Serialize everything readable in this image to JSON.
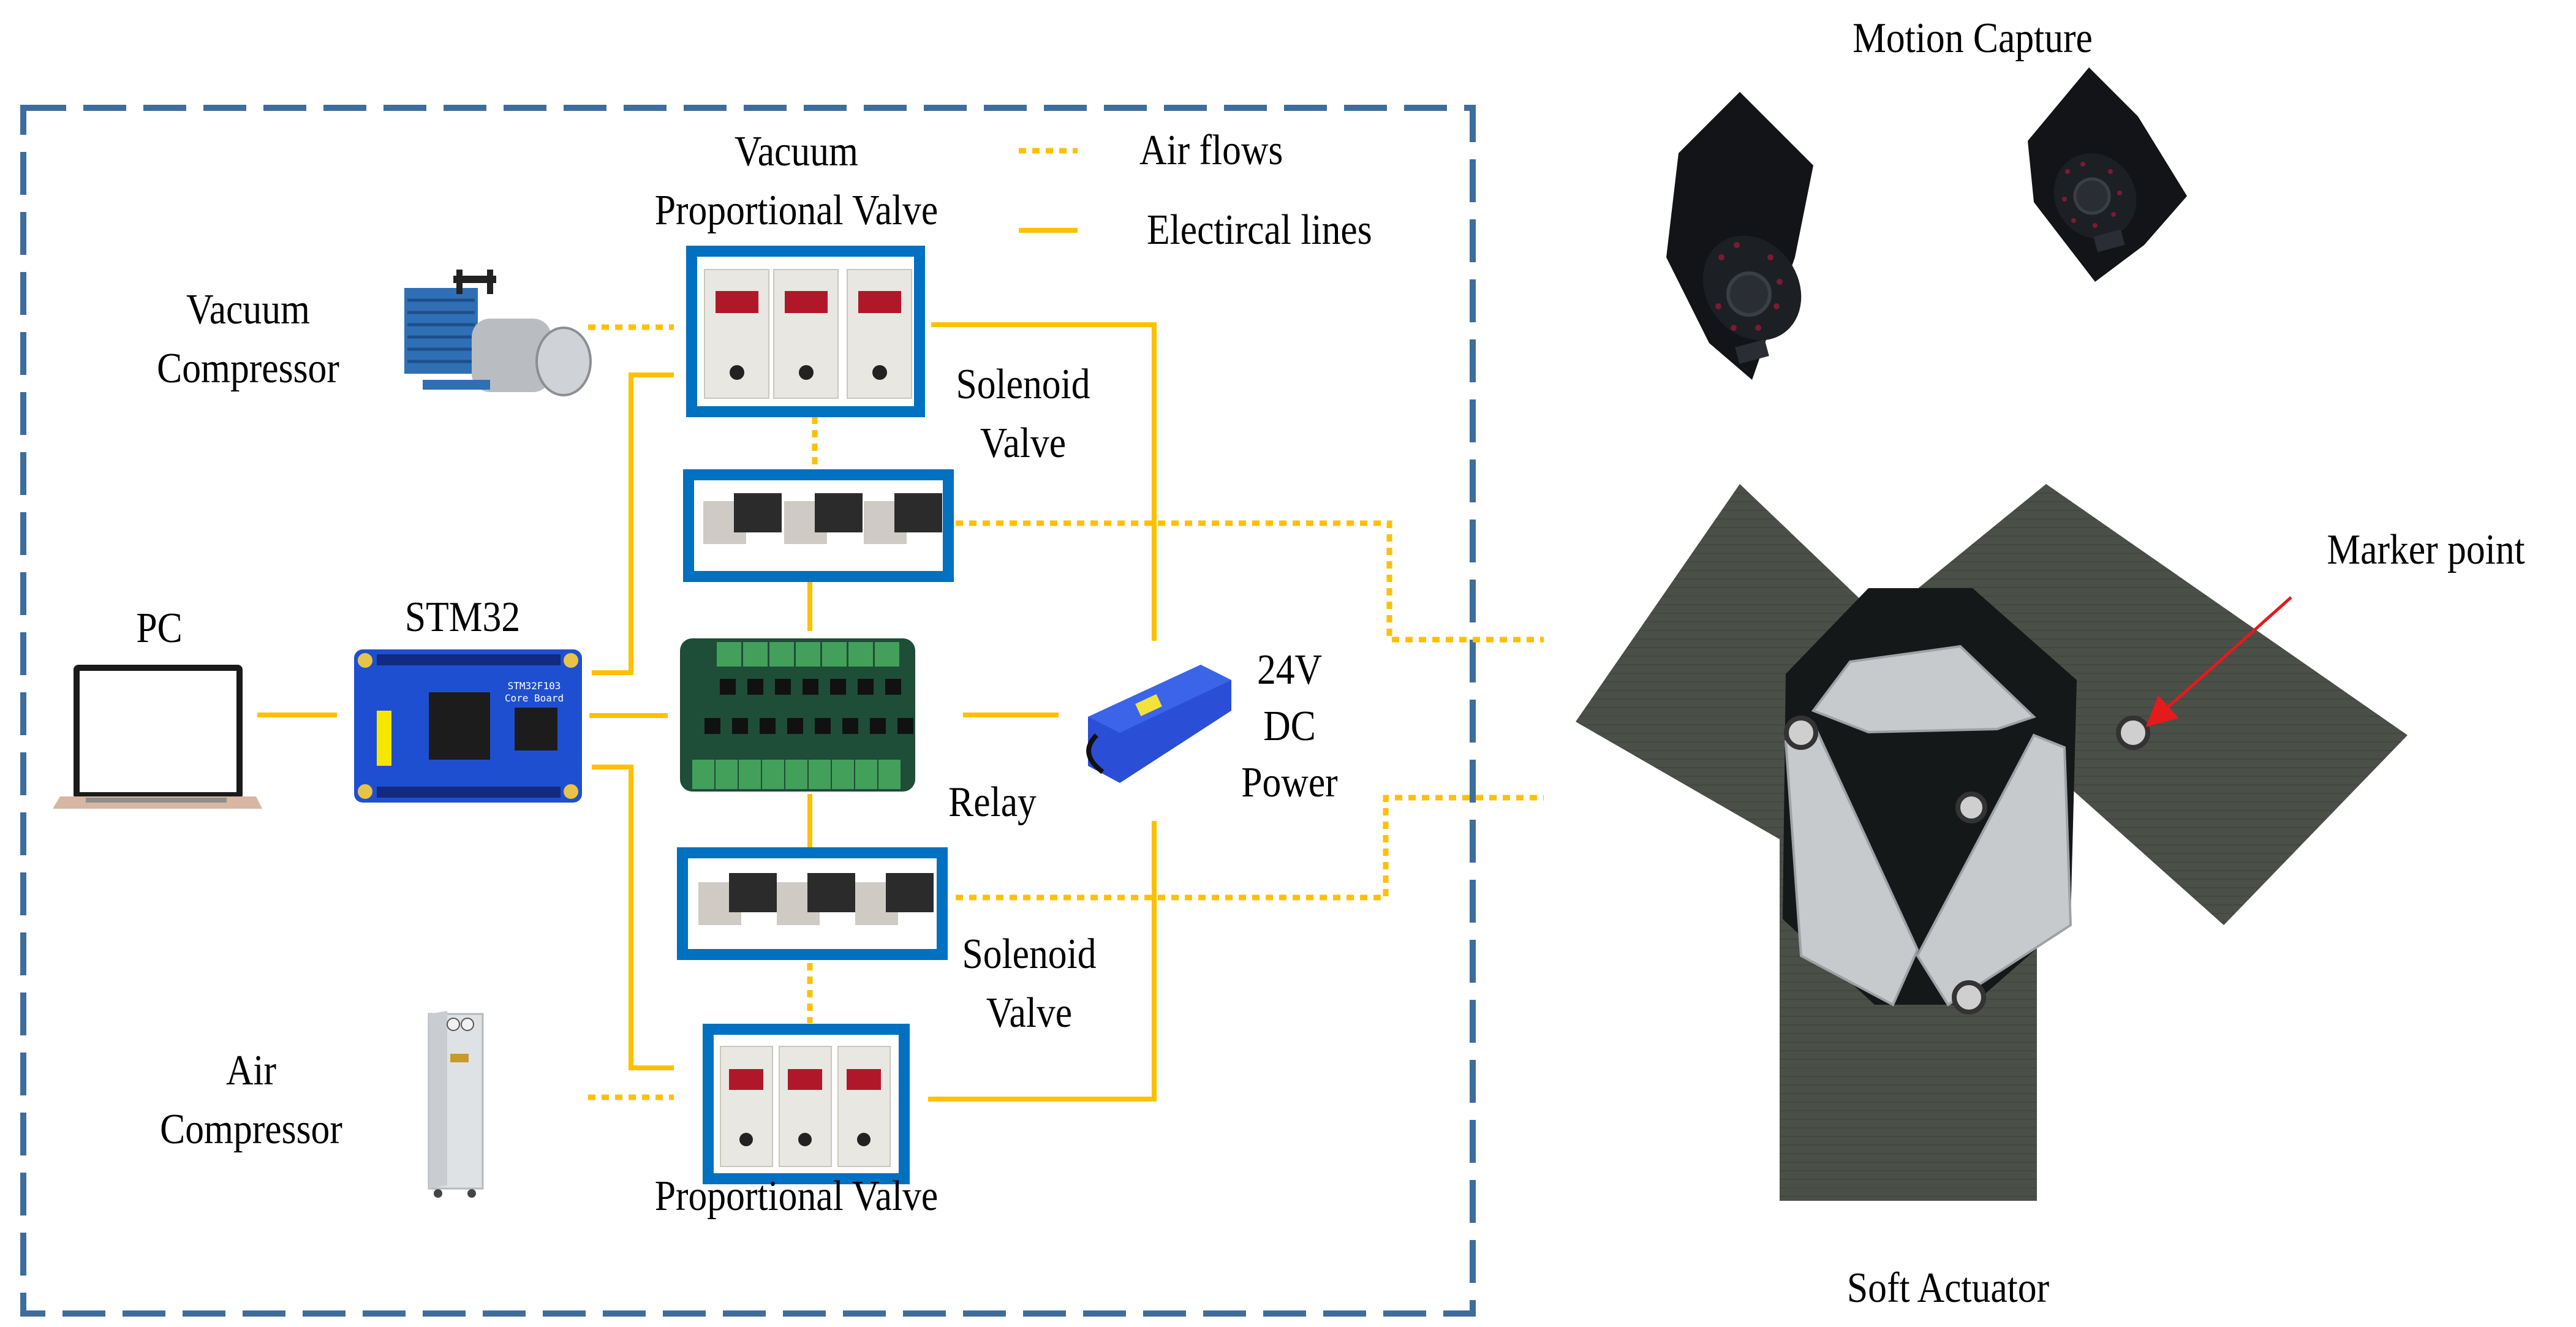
{
  "colors": {
    "air_line": "#FFC000",
    "electrical_line": "#FFC000",
    "group_border": "#3E6D9C",
    "valve_frame": "#0070C0",
    "marker_arrow": "#E41A1C"
  },
  "legend": {
    "air_flows": {
      "icon": "dotted-line-icon",
      "label": "Air flows"
    },
    "electrical_lines": {
      "icon": "solid-line-icon",
      "label": "Electircal lines"
    }
  },
  "control_box": {
    "components": {
      "vacuum_proportional_valve": {
        "label_line1": "Vacuum",
        "label_line2": "Proportional Valve",
        "count": 3
      },
      "vacuum_compressor": {
        "label_line1": "Vacuum",
        "label_line2": "Compressor"
      },
      "solenoid_valve_top": {
        "label_line1": "Solenoid",
        "label_line2": "Valve",
        "count": 3
      },
      "pc": {
        "label": "PC"
      },
      "stm32": {
        "label": "STM32",
        "board_text_line1": "STM32F103",
        "board_text_line2": "Core Board"
      },
      "relay": {
        "label": "Relay"
      },
      "dc_power": {
        "label_line1": "24V",
        "label_line2": "DC",
        "label_line3": "Power"
      },
      "solenoid_valve_bottom": {
        "label_line1": "Solenoid",
        "label_line2": "Valve",
        "count": 3
      },
      "air_compressor": {
        "label_line1": "Air",
        "label_line2": "Compressor"
      },
      "proportional_valve": {
        "label": "Proportional Valve",
        "count": 3
      }
    }
  },
  "right_panel": {
    "motion_capture": {
      "label": "Motion Capture",
      "camera_count": 2
    },
    "soft_actuator": {
      "label": "Soft Actuator"
    },
    "marker_point": {
      "label": "Marker point"
    }
  }
}
